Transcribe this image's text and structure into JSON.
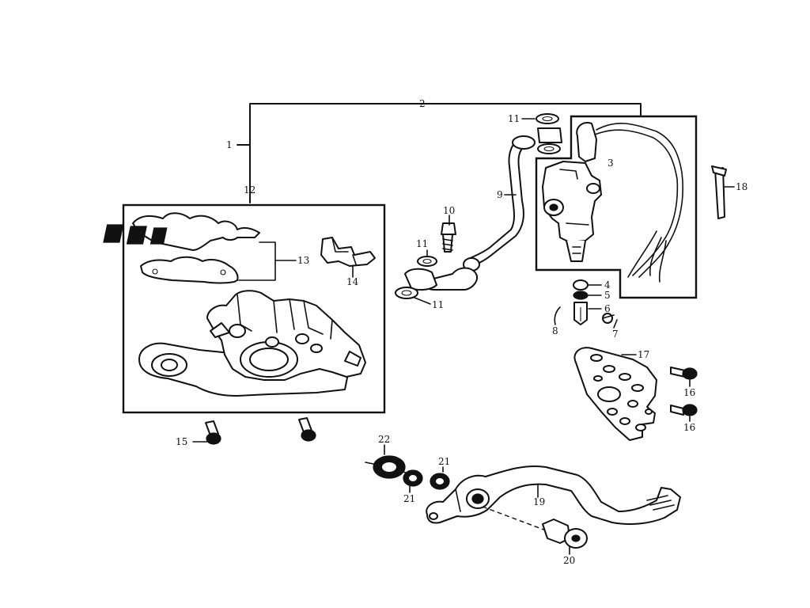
{
  "labels": {
    "p1": "1",
    "p2": "2",
    "p3": "3",
    "p4": "4",
    "p5": "5",
    "p6": "6",
    "p7": "7",
    "p8": "8",
    "p9": "9",
    "p10": "10",
    "p11a": "11",
    "p11b": "11",
    "p11c": "11",
    "p12": "12",
    "p13": "13",
    "p14": "14",
    "p15": "15",
    "p16a": "16",
    "p16b": "16",
    "p17": "17",
    "p18": "18",
    "p19": "19",
    "p20": "20",
    "p21a": "21",
    "p21b": "21",
    "p22": "22"
  }
}
